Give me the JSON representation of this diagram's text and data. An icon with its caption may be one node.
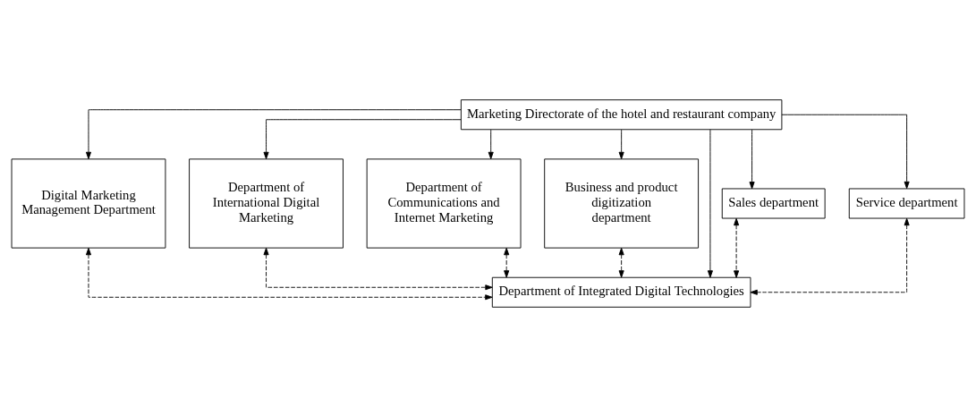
{
  "diagram": {
    "nodes": [
      {
        "text": [
          "Marketing Directorate of the hotel and restaurant company"
        ]
      },
      {
        "text": [
          "Digital Marketing Management Department"
        ]
      },
      {
        "text": [
          "Department of International Digital Marketing"
        ]
      },
      {
        "text": [
          "Department of Communications and Internet Marketing"
        ]
      },
      {
        "text": [
          "Business and product digitization department"
        ]
      },
      {
        "text": [
          "Sales department"
        ]
      },
      {
        "text": [
          "Service department"
        ]
      },
      {
        "text": [
          "Department of Integrated Digital Technologies"
        ]
      }
    ],
    "edges": [
      {
        "from": 0,
        "to": 1,
        "arrow": "to"
      },
      {
        "from": 0,
        "to": 5,
        "arrow": "to"
      },
      {
        "from": 0,
        "to": 2,
        "arrow": "to"
      },
      {
        "from": 0,
        "to": 7,
        "arrow": "to"
      },
      {
        "from": 0,
        "to": 3,
        "arrow": "to"
      },
      {
        "from": 0,
        "to": 6,
        "arrow": "to"
      },
      {
        "from": 0,
        "to": 4,
        "arrow": "to"
      },
      {
        "from": 1,
        "to": 7,
        "arrow": "both",
        "style": "dashed"
      },
      {
        "from": 5,
        "to": 7,
        "arrow": "both",
        "style": "dashed"
      },
      {
        "from": 2,
        "to": 7,
        "arrow": "both",
        "style": "dashed"
      },
      {
        "from": 3,
        "to": 7,
        "arrow": "both",
        "style": "dashed"
      },
      {
        "from": 6,
        "to": 7,
        "arrow": "both",
        "style": "dashed"
      },
      {
        "from": 4,
        "to": 7,
        "arrow": "both",
        "style": "dashed"
      }
    ]
  }
}
